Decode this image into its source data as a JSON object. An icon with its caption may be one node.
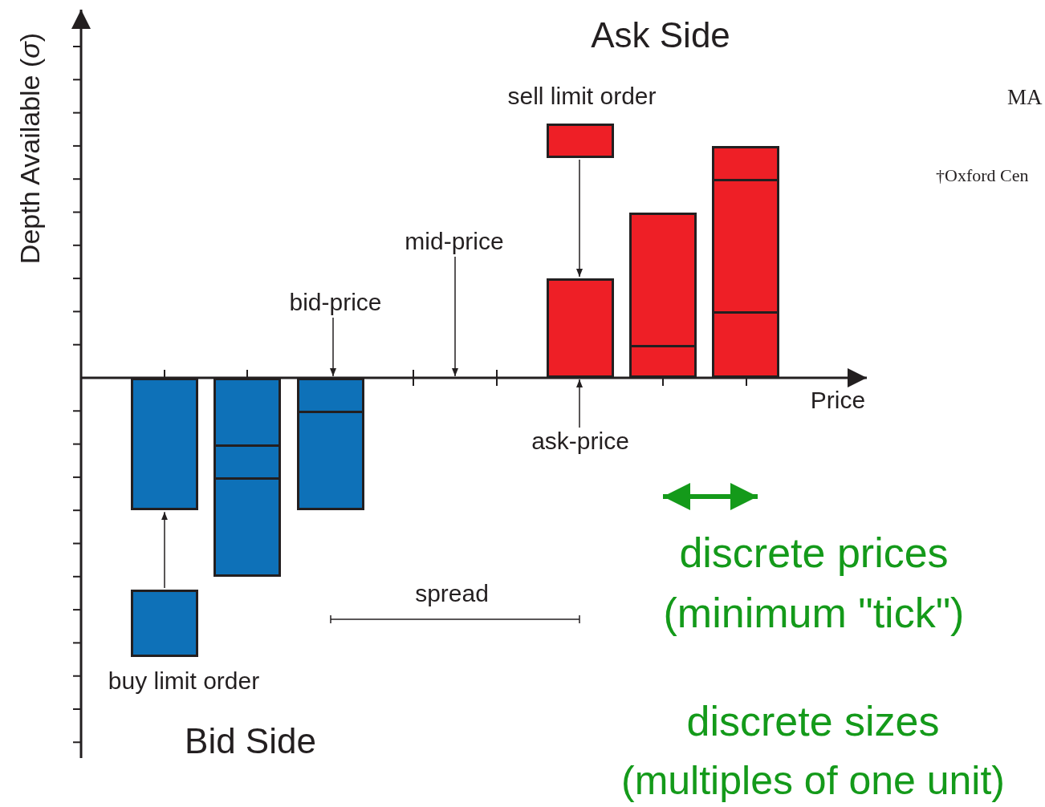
{
  "diagram": {
    "nodes": [
      {
        "text": [
          "sell limit order"
        ]
      },
      {
        "text": [
          "mid-price"
        ]
      },
      {
        "text": [
          "bid-price"
        ]
      },
      {
        "text": [],
        "shape": "bar"
      },
      {
        "text": [],
        "shape": "bar"
      },
      {
        "text": [],
        "shape": "bar"
      },
      {
        "text": [],
        "shape": "bar"
      },
      {
        "text": [],
        "shape": "bar"
      },
      {
        "text": [],
        "shape": "bar"
      },
      {
        "text": [
          "ask-price"
        ]
      },
      {
        "text": [
          "buy limit order"
        ]
      }
    ],
    "edges": [
      {
        "from": 0,
        "to": 3,
        "arrow": "to"
      },
      {
        "from": 1,
        "to": null,
        "arrow": "to"
      },
      {
        "from": 2,
        "to": 8,
        "arrow": "to"
      },
      {
        "from": 9,
        "to": 3,
        "arrow": "to"
      },
      {
        "from": 10,
        "to": 6,
        "arrow": "to"
      }
    ],
    "labels": [
      "Ask Side",
      "MA",
      "†Oxford Cen",
      "Depth Available (*σ*)",
      "Price",
      "spread",
      "discrete prices",
      "(minimum \"tick\")",
      "discrete sizes",
      "(multiples of one unit)",
      "Bid Side"
    ]
  }
}
